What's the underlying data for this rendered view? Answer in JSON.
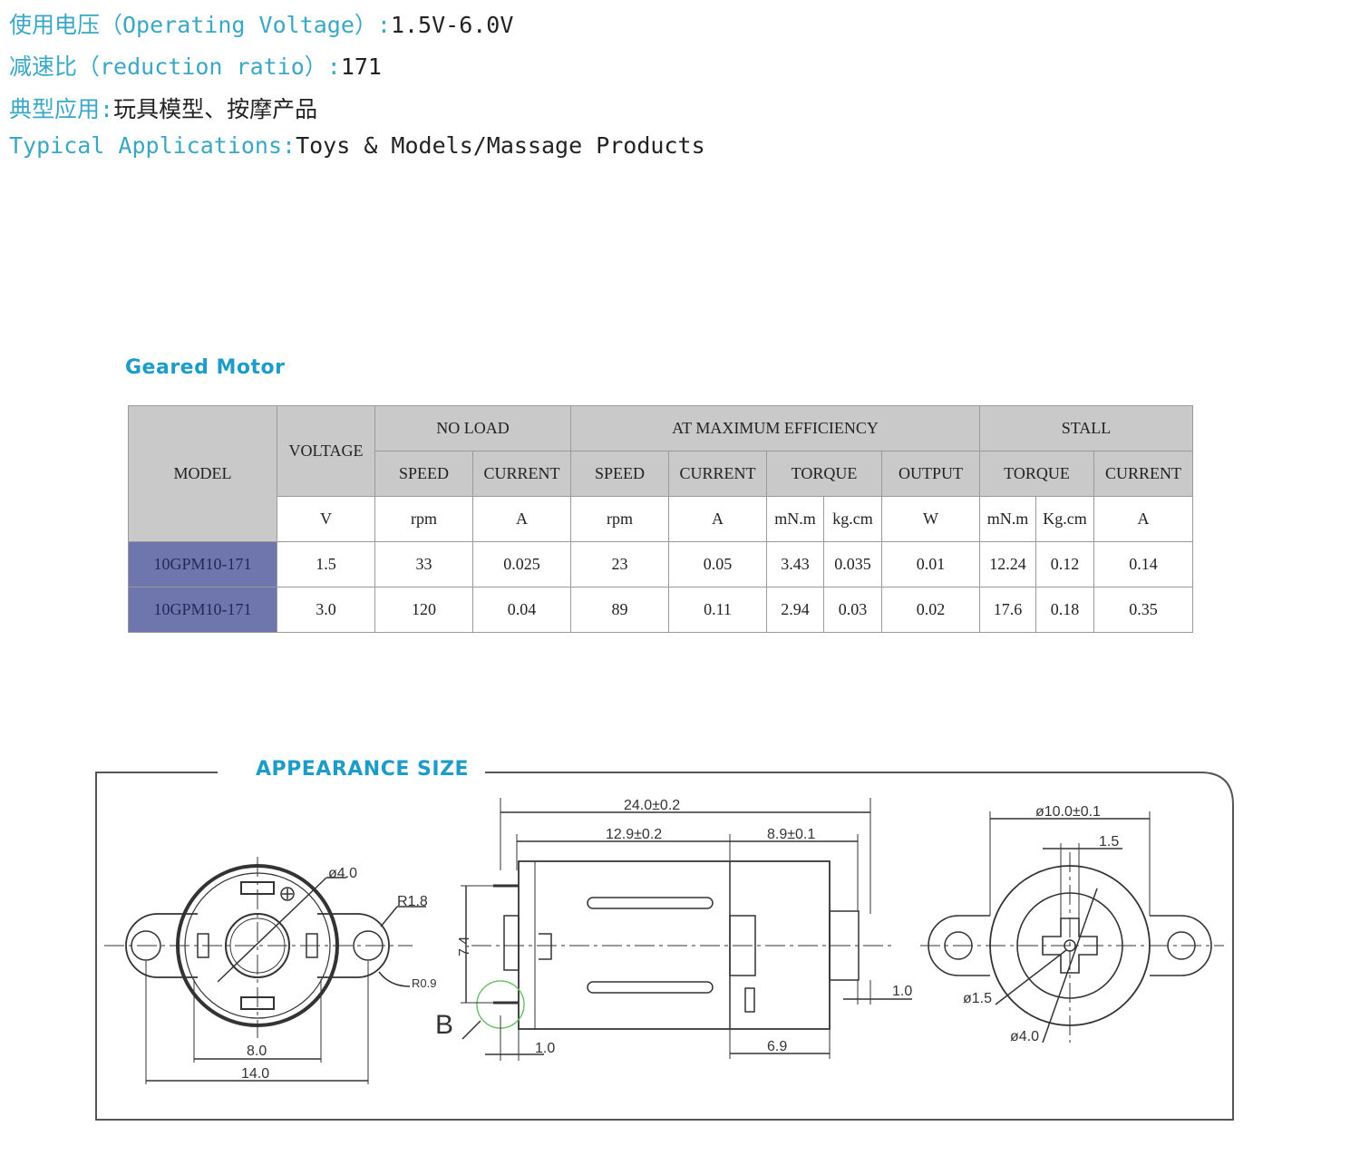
{
  "specs": [
    {
      "key": "使用电压（Operating Voltage）:",
      "value": "1.5V-6.0V"
    },
    {
      "key": "减速比（reduction ratio）:",
      "value": "171"
    },
    {
      "key": "典型应用:",
      "value": "玩具模型、按摩产品"
    },
    {
      "key": "Typical Applications:",
      "value": "Toys & Models/Massage Products"
    }
  ],
  "geared_title": "Geared Motor",
  "table": {
    "groups": {
      "model": "MODEL",
      "voltage": "VOLTAGE",
      "no_load": "NO LOAD",
      "max_eff": "AT MAXIMUM EFFICIENCY",
      "stall": "STALL"
    },
    "sub": {
      "nl_speed": "SPEED",
      "nl_current": "CURRENT",
      "me_speed": "SPEED",
      "me_current": "CURRENT",
      "me_torque": "TORQUE",
      "me_output": "OUTPUT",
      "st_torque": "TORQUE",
      "st_current": "CURRENT"
    },
    "units": [
      "V",
      "rpm",
      "A",
      "rpm",
      "A",
      "mN.m",
      "kg.cm",
      "W",
      "mN.m",
      "Kg.cm",
      "A"
    ],
    "rows": [
      [
        "10GPM10-171",
        "1.5",
        "33",
        "0.025",
        "23",
        "0.05",
        "3.43",
        "0.035",
        "0.01",
        "12.24",
        "0.12",
        "0.14"
      ],
      [
        "10GPM10-171",
        "3.0",
        "120",
        "0.04",
        "89",
        "0.11",
        "2.94",
        "0.03",
        "0.02",
        "17.6",
        "0.18",
        "0.35"
      ]
    ]
  },
  "appearance_title": "APPEARANCE SIZE",
  "dims": {
    "front": {
      "d40": "ø4.0",
      "r18": "R1.8",
      "r09": "R0.9",
      "w80": "8.0",
      "w140": "14.0"
    },
    "side": {
      "total": "24.0±0.2",
      "body": "12.9±0.2",
      "gear": "8.9±0.1",
      "h74": "7.4",
      "b": "B",
      "t10a": "1.0",
      "s69": "6.9",
      "t10b": "1.0"
    },
    "end": {
      "d100": "ø10.0±0.1",
      "w15": "1.5",
      "d15": "ø1.5",
      "d40": "ø4.0"
    }
  }
}
